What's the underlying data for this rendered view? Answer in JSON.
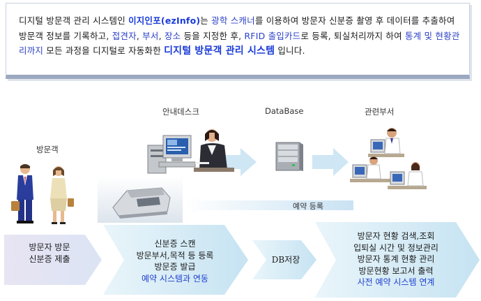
{
  "intro": {
    "part1": "디지털 방문객 관리 시스템인 ",
    "brand": "이지인포(ezInfo)",
    "part2": "는 ",
    "scanner": "광학 스캐너",
    "part3": "를 이용하여 방문자 신분증 촬영 후 데이터를 추출하여 방문객 정보를 기록하고, ",
    "hl_contact": "접견자",
    "comma1": ", ",
    "hl_dept": "부서",
    "comma2": ", ",
    "hl_place": "장소",
    "part4": " 등을 지정한 후, ",
    "rfid": "RFID 출입카드",
    "part5": "로 등록, 퇴실처리까지 하여 ",
    "stats": "통계 및 현황관리까지",
    "part6": " 모든 과정을 디지털로 자동화한 ",
    "system": "디지털 방문객 관리 시스템",
    "part7": " 입니다."
  },
  "labels": {
    "visitor": "방문객",
    "front_desk": "안내데스크",
    "database": "DataBase",
    "department": "관련부서",
    "reservation": "예약 등록"
  },
  "steps": [
    {
      "lines": [
        "방문자 방문",
        "신분증 제출"
      ]
    },
    {
      "lines": [
        "신분증 스캔",
        "방문부서,목적 등 등록",
        "방문증 발급"
      ],
      "blue": "예약 시스템과 연동"
    },
    {
      "lines": [
        "DB저장"
      ]
    },
    {
      "lines": [
        "방문자 현황 검색,조회",
        "입퇴실 시간 및 정보관리",
        "방문자 통계 현황 관리",
        "방문현황 보고서 출력"
      ],
      "blue": "사전 예약 시스템 연계"
    }
  ],
  "colors": {
    "step_fill": "#d9eef7",
    "step_first": "#e6e2f3",
    "flow_arrow": "#cfe6f4",
    "brand_blue": "#1a3bd8"
  }
}
